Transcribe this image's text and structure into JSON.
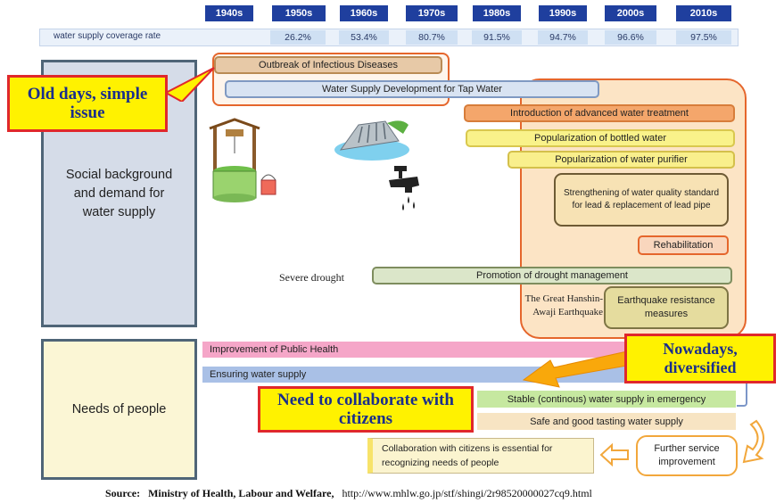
{
  "decades": [
    "1940s",
    "1950s",
    "1960s",
    "1970s",
    "1980s",
    "1990s",
    "2000s",
    "2010s"
  ],
  "coverage": {
    "label": "water supply coverage rate",
    "values": [
      "26.2%",
      "53.4%",
      "80.7%",
      "91.5%",
      "94.7%",
      "96.6%",
      "97.5%"
    ]
  },
  "categories": {
    "social": "Social background and demand for water supply",
    "needs": "Needs of people"
  },
  "bars": {
    "outbreak": "Outbreak of Infectious Diseases",
    "tap": "Water Supply Development for Tap Water",
    "advanced": "Introduction of advanced water treatment",
    "bottled": "Popularization of bottled water",
    "purifier": "Popularization of water purifier",
    "quality": "Strengthening of water quality standard for lead & replacement of lead pipe",
    "rehab": "Rehabilitation",
    "drought_label": "Severe drought",
    "drought": "Promotion of drought management",
    "hanshin": "The Great Hanshin-Awaji Earthquake",
    "quake": "Earthquake resistance measures"
  },
  "needs": {
    "health": "Improvement of Public Health",
    "supply": "Ensuring water supply",
    "stable": "Stable (continous) water supply in emergency",
    "safe": "Safe and good tasting water supply",
    "collab": "Collaboration with citizens is essential for recognizing needs of people",
    "further": "Further service improvement"
  },
  "callouts": {
    "old": "Old days, simple issue",
    "now": "Nowadays, diversified",
    "collab": "Need to collaborate with citizens"
  },
  "source": {
    "label": "Source:",
    "org": "Ministry of Health, Labour and Welfare,",
    "url": "http://www.mhlw.go.jp/stf/shingi/2r98520000027cq9.html"
  },
  "icons": [
    "well-icon",
    "dam-icon",
    "faucet-icon",
    "arrow-icon"
  ]
}
